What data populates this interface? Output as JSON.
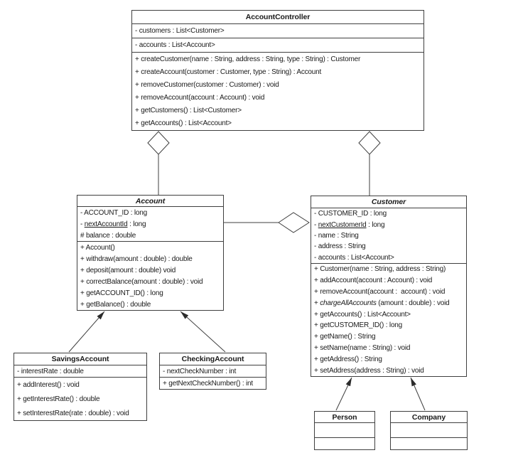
{
  "diagram": {
    "type": "uml-class-diagram",
    "colors": {
      "border": "#3f3f3f",
      "text": "#1a1a1a",
      "background": "#ffffff"
    },
    "classes": {
      "accountController": {
        "name": "AccountController",
        "attributes": [
          "- customers : List<Customer>",
          "- accounts : List<Account>"
        ],
        "methods": [
          "+ createCustomer(name : String, address : String, type : String) : Customer",
          "+ createAccount(customer : Customer, type : String) : Account",
          "+ removeCustomer(customer : Customer) : void",
          "+ removeAccount(account : Account) : void",
          "+ getCustomers() : List<Customer>",
          "+ getAccounts() : List<Account>"
        ]
      },
      "account": {
        "name": "Account",
        "abstract": true,
        "attr1": "- ACCOUNT_ID : long",
        "attr2_prefix": "- ",
        "attr2_static_name": "nextAccountId",
        "attr2_suffix": " : long",
        "attr3": "# balance : double",
        "methods": [
          "+ Account()",
          "+ withdraw(amount : double) : double",
          "+ deposit(amount : double) void",
          "+ correctBalance(amount : double) : void",
          "+ getACCOUNT_ID() : long",
          "+ getBalance() : double"
        ]
      },
      "customer": {
        "name": "Customer",
        "abstract": true,
        "attr1": "- CUSTOMER_ID : long",
        "attr2_prefix": "- ",
        "attr2_static_name": "nextCustomerId",
        "attr2_suffix": " : long",
        "attr3": "- name : String",
        "attr4": "- address : String",
        "attr5": "- accounts : List<Account>",
        "m1": "+ Customer(name : String, address : String)",
        "m2": "+ addAccount(account : Account) : void",
        "m3": "+ removeAccount(account :  account) : void",
        "m4_prefix": "+ ",
        "m4_abstract_name": "chargeAllAccounts",
        "m4_suffix": " (amount : double) : void",
        "m5": "+ getAccounts() : List<Account>",
        "m6": "+ getCUSTOMER_ID() : long",
        "m7": "+ getName() : String",
        "m8": "+ setName(name : String) : void",
        "m9": "+ getAddress() : String",
        "m10": "+ setAddress(address : String) : void"
      },
      "savingsAccount": {
        "name": "SavingsAccount",
        "attributes": [
          "- interestRate : double"
        ],
        "methods": [
          "+ addInterest() : void",
          "+ getInterestRate() : double",
          "+ setInterestRate(rate : double) : void"
        ]
      },
      "checkingAccount": {
        "name": "CheckingAccount",
        "attributes": [
          "- nextCheckNumber : int"
        ],
        "methods": [
          "+ getNextCheckNumber() : int"
        ]
      },
      "person": {
        "name": "Person"
      },
      "company": {
        "name": "Company"
      }
    },
    "relationships": [
      {
        "type": "aggregation",
        "whole": "AccountController",
        "part": "Account"
      },
      {
        "type": "aggregation",
        "whole": "AccountController",
        "part": "Customer"
      },
      {
        "type": "aggregation",
        "whole": "Customer",
        "part": "Account"
      },
      {
        "type": "generalization",
        "child": "SavingsAccount",
        "parent": "Account"
      },
      {
        "type": "generalization",
        "child": "CheckingAccount",
        "parent": "Account"
      },
      {
        "type": "generalization",
        "child": "Person",
        "parent": "Customer"
      },
      {
        "type": "generalization",
        "child": "Company",
        "parent": "Customer"
      }
    ]
  }
}
